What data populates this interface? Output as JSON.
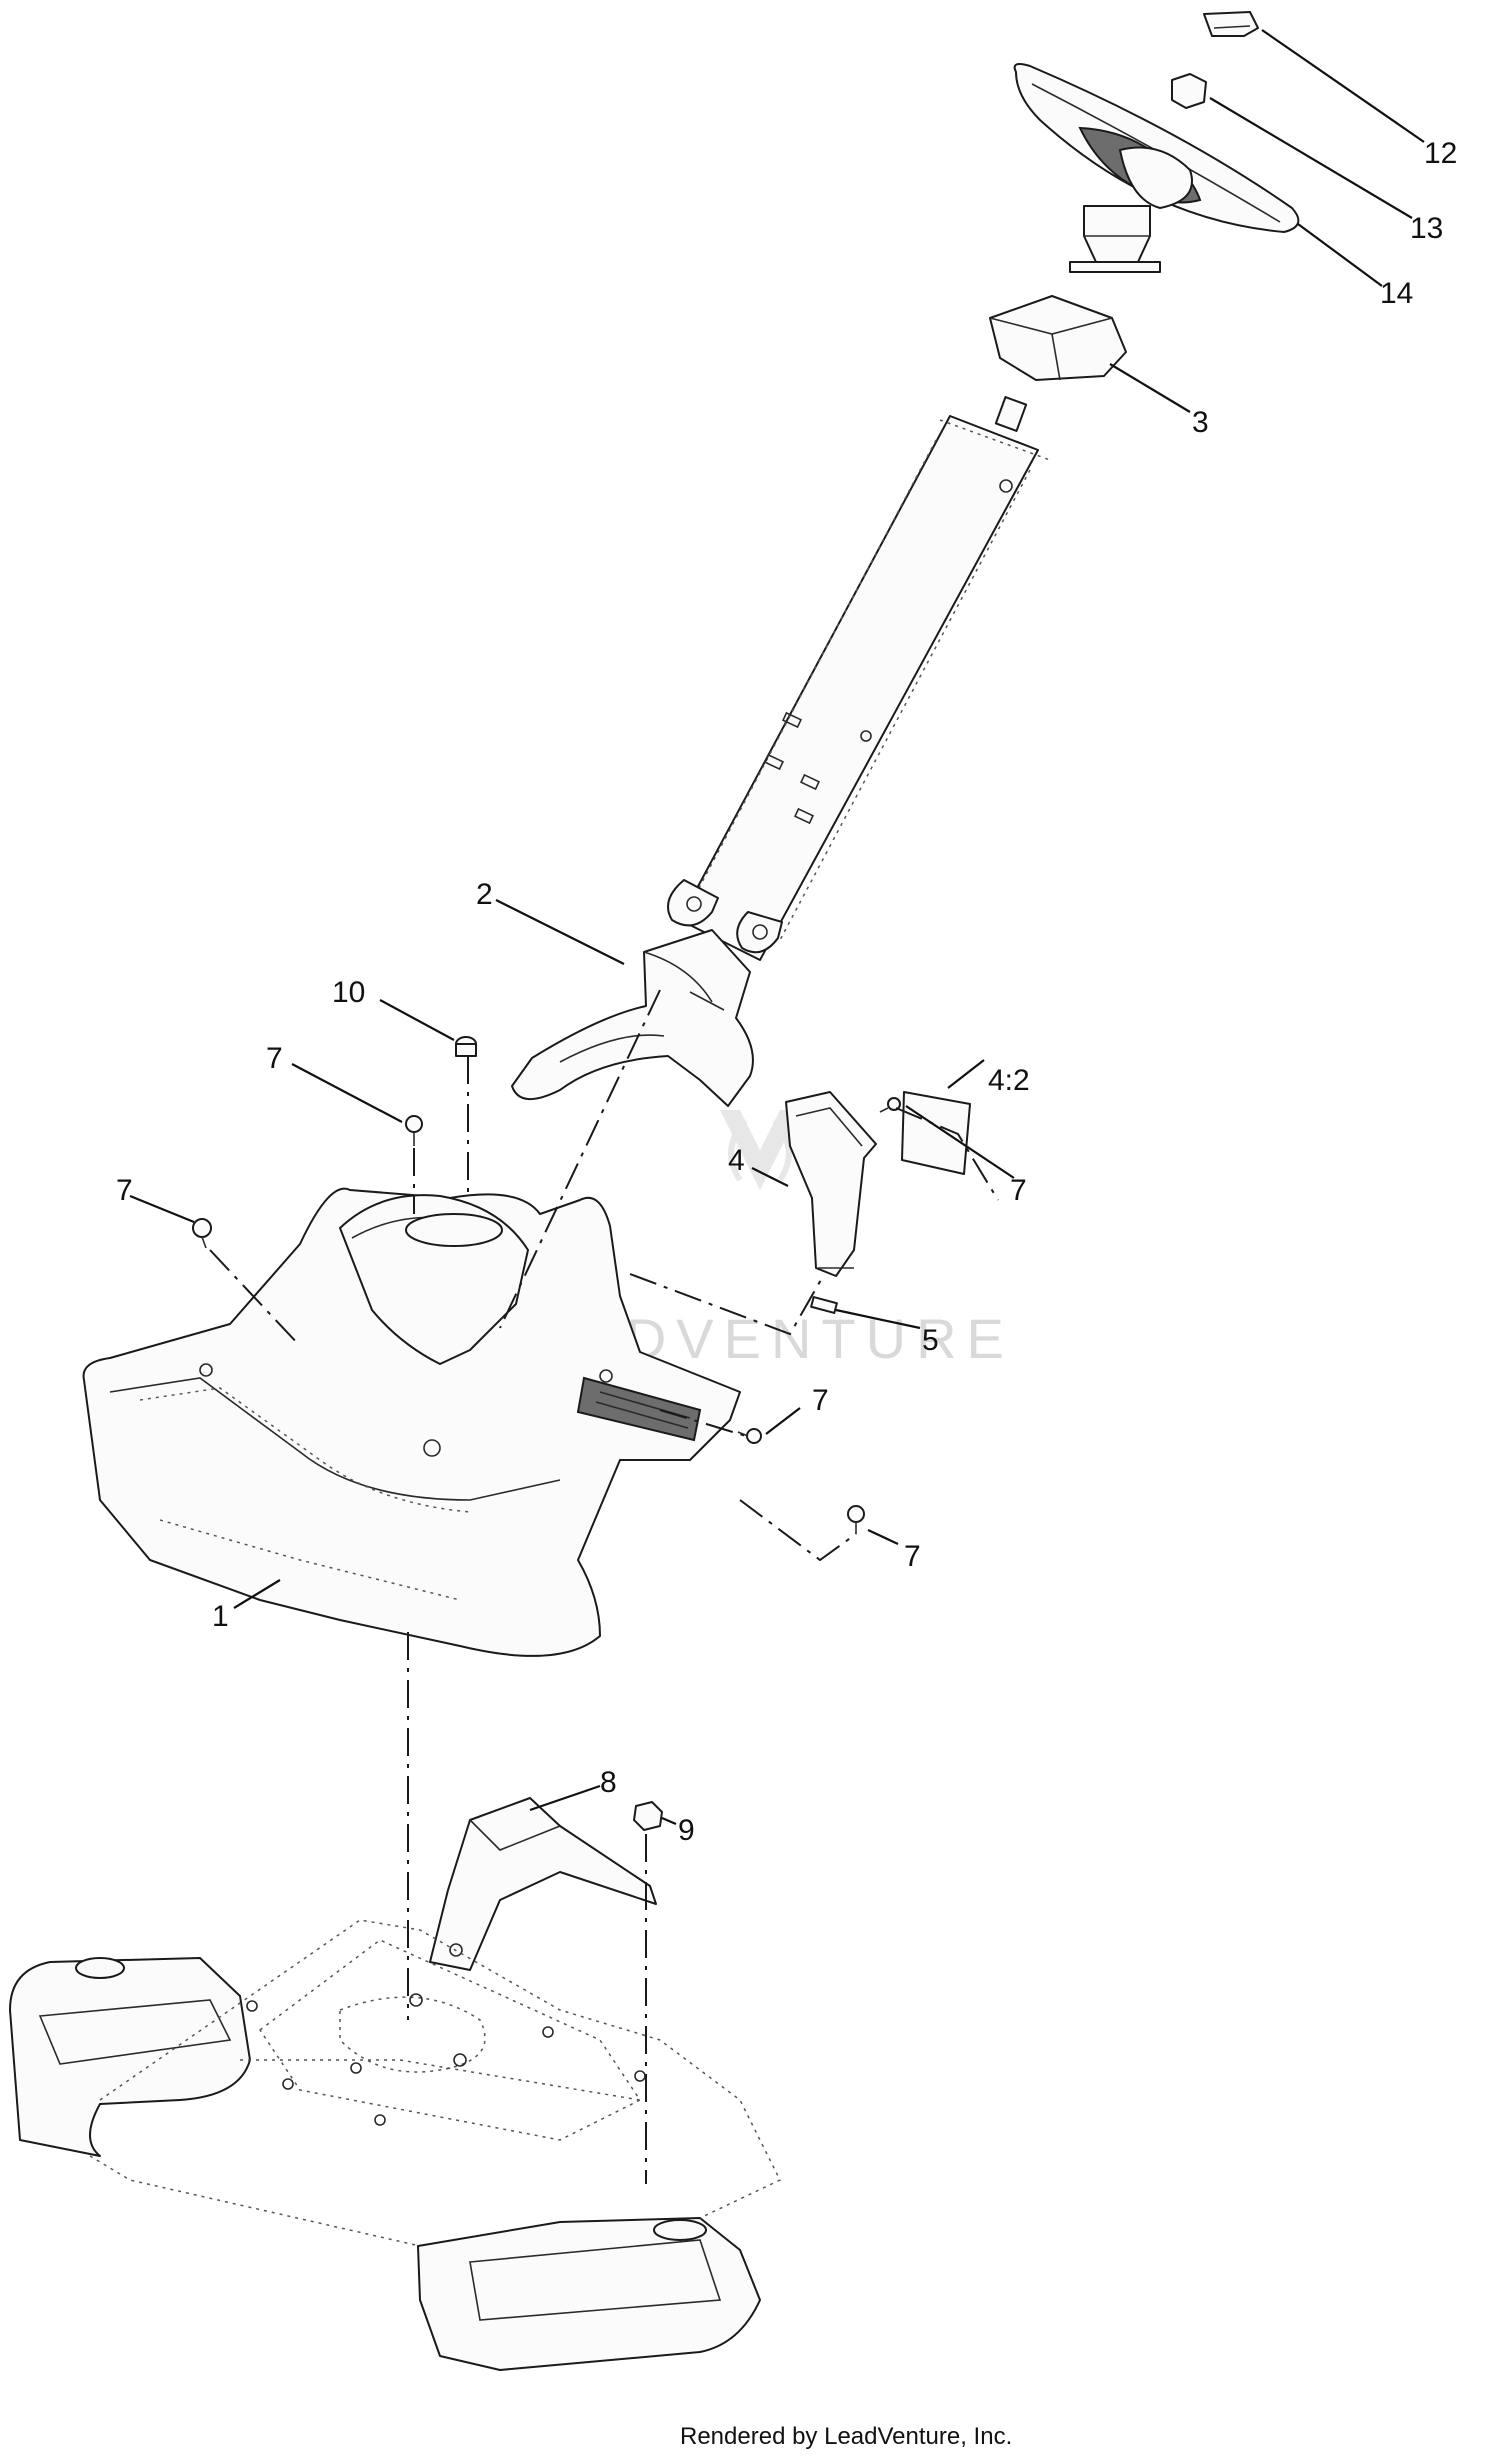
{
  "diagram": {
    "watermark": "LEADVENTURE",
    "credit": "Rendered by LeadVenture, Inc.",
    "callouts": [
      {
        "id": "12",
        "text": "12"
      },
      {
        "id": "13",
        "text": "13"
      },
      {
        "id": "14",
        "text": "14"
      },
      {
        "id": "3",
        "text": "3"
      },
      {
        "id": "2",
        "text": "2"
      },
      {
        "id": "10",
        "text": "10"
      },
      {
        "id": "7a",
        "text": "7"
      },
      {
        "id": "4-2",
        "text": "4:2"
      },
      {
        "id": "4",
        "text": "4"
      },
      {
        "id": "7b",
        "text": "7"
      },
      {
        "id": "7c",
        "text": "7"
      },
      {
        "id": "5",
        "text": "5"
      },
      {
        "id": "7d",
        "text": "7"
      },
      {
        "id": "7e",
        "text": "7"
      },
      {
        "id": "1",
        "text": "1"
      },
      {
        "id": "8",
        "text": "8"
      },
      {
        "id": "9",
        "text": "9"
      }
    ]
  }
}
